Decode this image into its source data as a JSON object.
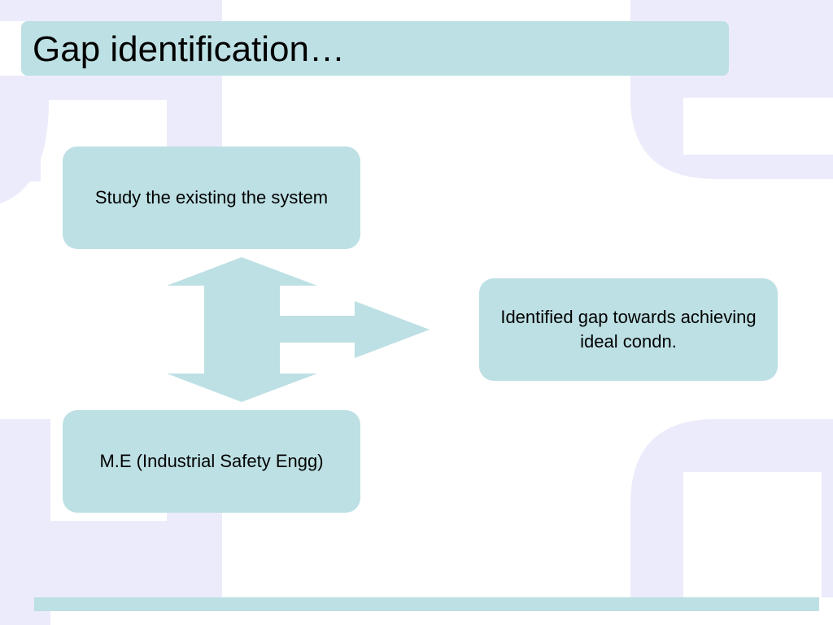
{
  "slide": {
    "title": "Gap identification…"
  },
  "diagram": {
    "nodes": [
      {
        "id": "existing-system",
        "label": "Study the existing the system"
      },
      {
        "id": "me-course",
        "label": "M.E (Industrial Safety Engg)"
      },
      {
        "id": "identified-gap",
        "label": "Identified gap towards achieving ideal condn."
      }
    ],
    "edges": [
      {
        "from": "existing-system",
        "to": "me-course",
        "type": "bidirectional"
      },
      {
        "from": "existing-system",
        "to": "identified-gap",
        "type": "directed"
      }
    ]
  },
  "colors": {
    "box_fill": "#bde0e4",
    "arrow_fill": "#bde0e4",
    "background_pattern": "#ecebfb",
    "text": "#000000"
  }
}
